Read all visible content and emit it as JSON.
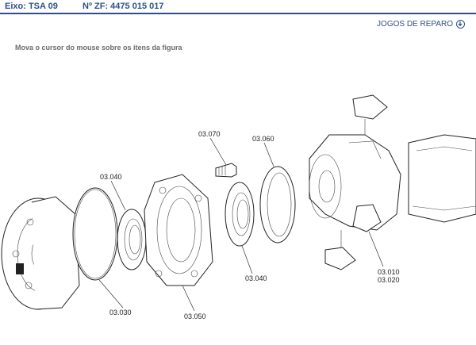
{
  "header": {
    "eixo": "Eixo: TSA 09",
    "nzf": "Nº ZF: 4475 015 017"
  },
  "link": {
    "jogos": "JOGOS DE REPARO"
  },
  "hint": "Mova o cursor do mouse sobre os itens da figura",
  "labels": {
    "l03070": "03.070",
    "l03060": "03.060",
    "l03040a": "03.040",
    "l03040b": "03.040",
    "l03030": "03.030",
    "l03050": "03.050",
    "l03010": "03.010",
    "l03020": "03.020"
  },
  "colors": {
    "accent": "#2e4f86"
  }
}
